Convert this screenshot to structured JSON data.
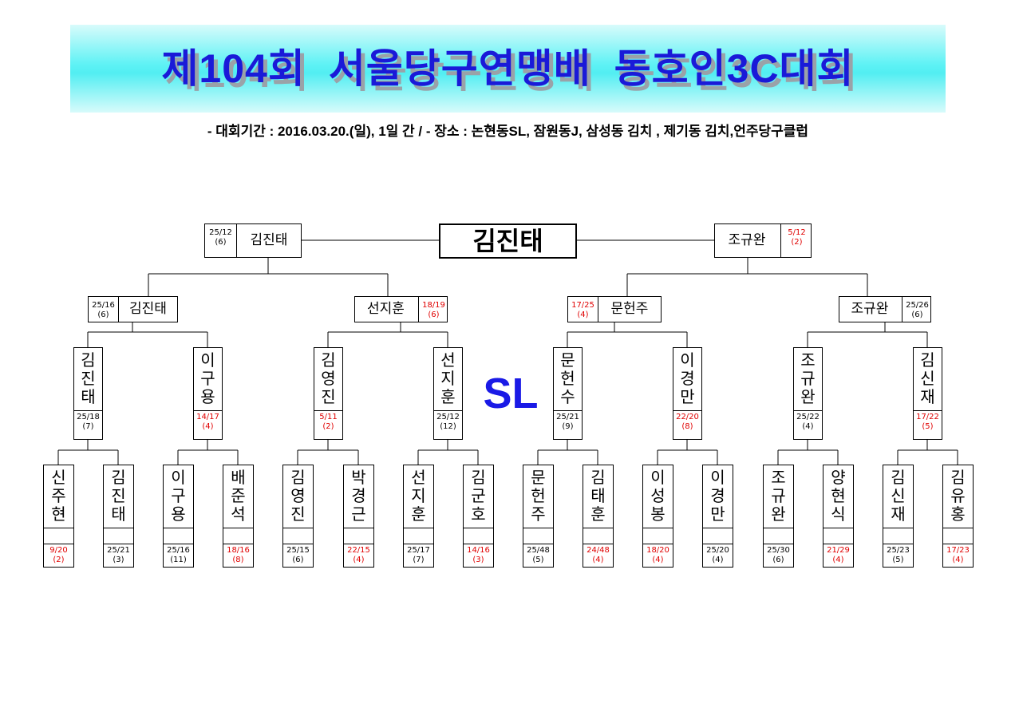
{
  "header": {
    "title": "제104회  서울당구연맹배  동호인3C대회",
    "subtitle": "-  대회기간 : 2016.03.20.(일),  1일  간 /  -  장소 : 논현동SL,  잠원동J,  삼성동  김치 ,  제기동  김치,언주당구클럽"
  },
  "venue_label": "SL",
  "colors": {
    "title": "#1a1ad8",
    "banner": "#52eef2",
    "loss_score": "#e00000",
    "venue": "#1a1ae6"
  },
  "bracket": {
    "champion": "김진태",
    "final": [
      {
        "name": "김진태",
        "score": "25/12",
        "innings": "(6)",
        "lost": false
      },
      {
        "name": "조규완",
        "score": "5/12",
        "innings": "(2)",
        "lost": true
      }
    ],
    "semifinals": [
      {
        "name": "김진태",
        "score": "25/16",
        "innings": "(6)",
        "lost": false
      },
      {
        "name": "선지훈",
        "score": "18/19",
        "innings": "(6)",
        "lost": true
      },
      {
        "name": "문헌주",
        "score": "17/25",
        "innings": "(4)",
        "lost": true
      },
      {
        "name": "조규완",
        "score": "25/26",
        "innings": "(6)",
        "lost": false
      }
    ],
    "quarterfinals": [
      {
        "name": "김진태",
        "score": "25/18",
        "innings": "(7)",
        "lost": false
      },
      {
        "name": "이구용",
        "score": "14/17",
        "innings": "(4)",
        "lost": true
      },
      {
        "name": "김영진",
        "score": "5/11",
        "innings": "(2)",
        "lost": true
      },
      {
        "name": "선지훈",
        "score": "25/12",
        "innings": "(12)",
        "lost": false
      },
      {
        "name": "문헌수",
        "score": "25/21",
        "innings": "(9)",
        "lost": false
      },
      {
        "name": "이경만",
        "score": "22/20",
        "innings": "(8)",
        "lost": true
      },
      {
        "name": "조규완",
        "score": "25/22",
        "innings": "(4)",
        "lost": false
      },
      {
        "name": "김신재",
        "score": "17/22",
        "innings": "(5)",
        "lost": true
      }
    ],
    "round16": [
      {
        "name": "신주현",
        "score": "9/20",
        "innings": "(2)",
        "lost": true
      },
      {
        "name": "김진태",
        "score": "25/21",
        "innings": "(3)",
        "lost": false
      },
      {
        "name": "이구용",
        "score": "25/16",
        "innings": "(11)",
        "lost": false
      },
      {
        "name": "배준석",
        "score": "18/16",
        "innings": "(8)",
        "lost": true
      },
      {
        "name": "김영진",
        "score": "25/15",
        "innings": "(6)",
        "lost": false
      },
      {
        "name": "박경근",
        "score": "22/15",
        "innings": "(4)",
        "lost": true
      },
      {
        "name": "선지훈",
        "score": "25/17",
        "innings": "(7)",
        "lost": false
      },
      {
        "name": "김군호",
        "score": "14/16",
        "innings": "(3)",
        "lost": true
      },
      {
        "name": "문헌주",
        "score": "25/48",
        "innings": "(5)",
        "lost": false
      },
      {
        "name": "김태훈",
        "score": "24/48",
        "innings": "(4)",
        "lost": true
      },
      {
        "name": "이성봉",
        "score": "18/20",
        "innings": "(4)",
        "lost": true
      },
      {
        "name": "이경만",
        "score": "25/20",
        "innings": "(4)",
        "lost": false
      },
      {
        "name": "조규완",
        "score": "25/30",
        "innings": "(6)",
        "lost": false
      },
      {
        "name": "양현식",
        "score": "21/29",
        "innings": "(4)",
        "lost": true
      },
      {
        "name": "김신재",
        "score": "25/23",
        "innings": "(5)",
        "lost": false
      },
      {
        "name": "김유홍",
        "score": "17/23",
        "innings": "(4)",
        "lost": true
      }
    ]
  }
}
